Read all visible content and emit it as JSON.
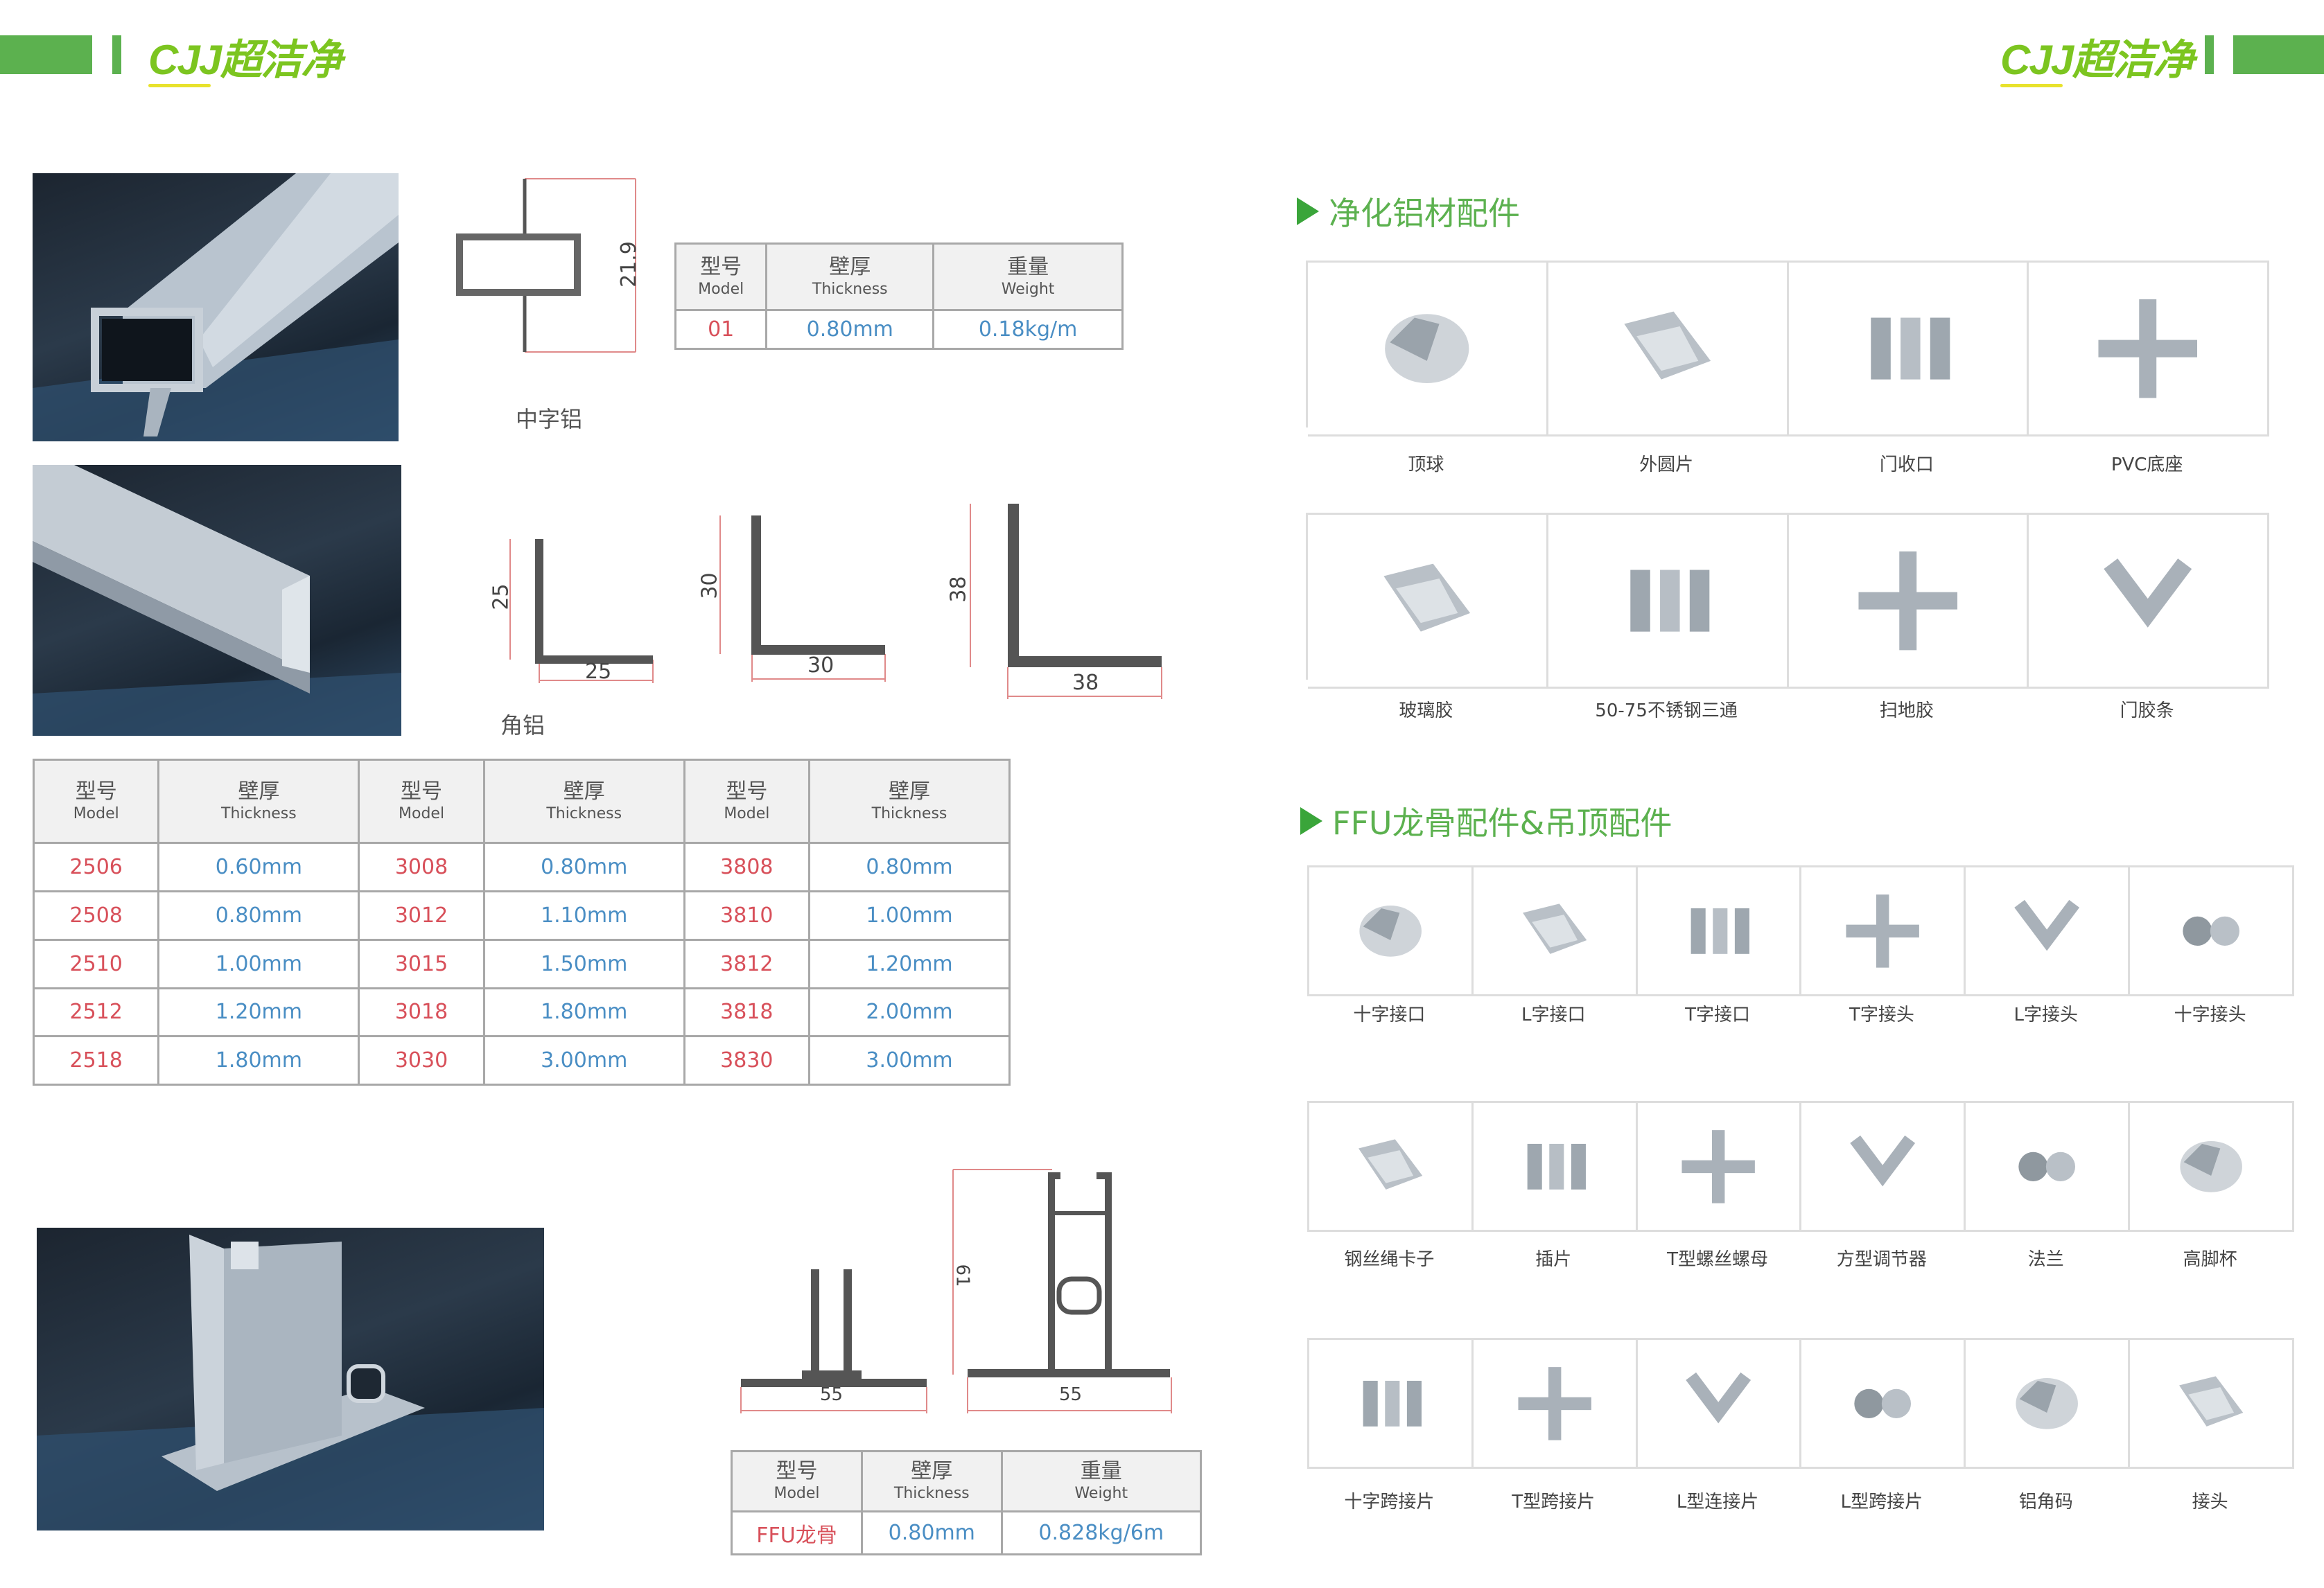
{
  "header": {
    "logo_text": "CJJ超洁净"
  },
  "profile_zhong": {
    "label": "中字铝",
    "dimension": "21.9",
    "table": {
      "headers": [
        {
          "cn": "型号",
          "en": "Model"
        },
        {
          "cn": "壁厚",
          "en": "Thickness"
        },
        {
          "cn": "重量",
          "en": "Weight"
        }
      ],
      "row": [
        "01",
        "0.80mm",
        "0.18kg/m"
      ]
    }
  },
  "profile_angle": {
    "label": "角铝",
    "diagrams": [
      {
        "h": "25",
        "w": "25"
      },
      {
        "h": "30",
        "w": "30"
      },
      {
        "h": "38",
        "w": "38"
      }
    ],
    "table": {
      "headers": [
        {
          "cn": "型号",
          "en": "Model"
        },
        {
          "cn": "壁厚",
          "en": "Thickness"
        },
        {
          "cn": "型号",
          "en": "Model"
        },
        {
          "cn": "壁厚",
          "en": "Thickness"
        },
        {
          "cn": "型号",
          "en": "Model"
        },
        {
          "cn": "壁厚",
          "en": "Thickness"
        }
      ],
      "rows": [
        [
          "2506",
          "0.60mm",
          "3008",
          "0.80mm",
          "3808",
          "0.80mm"
        ],
        [
          "2508",
          "0.80mm",
          "3012",
          "1.10mm",
          "3810",
          "1.00mm"
        ],
        [
          "2510",
          "1.00mm",
          "3015",
          "1.50mm",
          "3812",
          "1.20mm"
        ],
        [
          "2512",
          "1.20mm",
          "3018",
          "1.80mm",
          "3818",
          "2.00mm"
        ],
        [
          "2518",
          "1.80mm",
          "3030",
          "3.00mm",
          "3830",
          "3.00mm"
        ]
      ]
    }
  },
  "profile_ffu": {
    "dims": {
      "left_w": "55",
      "right_w": "55",
      "right_h": "61"
    },
    "table": {
      "headers": [
        {
          "cn": "型号",
          "en": "Model"
        },
        {
          "cn": "壁厚",
          "en": "Thickness"
        },
        {
          "cn": "重量",
          "en": "Weight"
        }
      ],
      "row": [
        "FFU龙骨",
        "0.80mm",
        "0.828kg/6m"
      ]
    }
  },
  "section1": {
    "title": "净化铝材配件",
    "rows": [
      [
        "顶球",
        "外圆片",
        "门收口",
        "PVC底座"
      ],
      [
        "玻璃胶",
        "50-75不锈钢三通",
        "扫地胶",
        "门胶条"
      ]
    ]
  },
  "section2": {
    "title": "FFU龙骨配件&吊顶配件",
    "rows": [
      [
        "十字接口",
        "L字接口",
        "T字接口",
        "T字接头",
        "L字接头",
        "十字接头"
      ],
      [
        "钢丝绳卡子",
        "插片",
        "T型螺丝螺母",
        "方型调节器",
        "法兰",
        "高脚杯"
      ],
      [
        "十字跨接片",
        "T型跨接片",
        "L型连接片",
        "L型跨接片",
        "铝角码",
        "接头"
      ]
    ]
  },
  "colors": {
    "brand_green": "#5cb14f",
    "model_red": "#d8505a",
    "value_blue": "#4a8ec4"
  }
}
